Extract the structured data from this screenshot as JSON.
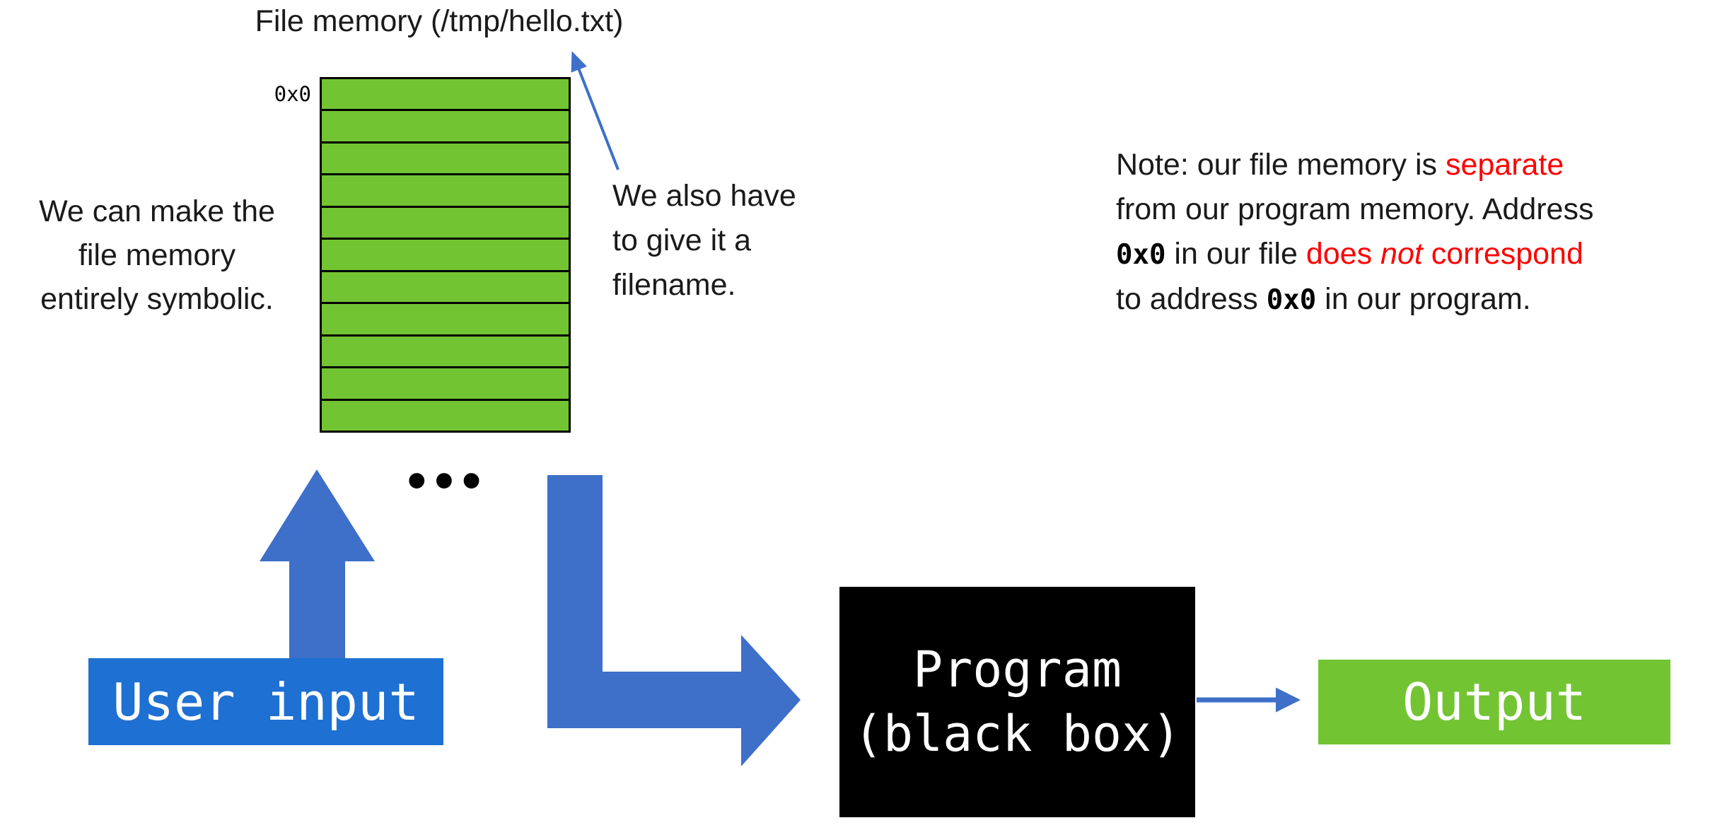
{
  "title": "File memory (/tmp/hello.txt)",
  "memory": {
    "address_label": "0x0",
    "rows": 11
  },
  "left_note": {
    "lines": [
      "We can make the",
      "file memory",
      "entirely symbolic."
    ]
  },
  "filename_note": {
    "lines": [
      "We also have",
      "to give it a",
      "filename."
    ]
  },
  "note": {
    "lines": [
      [
        {
          "text": "Note: our file memory is ",
          "style": "plain"
        },
        {
          "text": "separate",
          "style": "red"
        }
      ],
      [
        {
          "text": "from our program memory. Address",
          "style": "plain"
        }
      ],
      [
        {
          "text": "0x0",
          "style": "mono"
        },
        {
          "text": " in our file ",
          "style": "plain"
        },
        {
          "text": "does ",
          "style": "red"
        },
        {
          "text": "not",
          "style": "red-italic"
        },
        {
          "text": " correspond",
          "style": "red"
        }
      ],
      [
        {
          "text": "to address ",
          "style": "plain"
        },
        {
          "text": "0x0",
          "style": "mono"
        },
        {
          "text": " in our program.",
          "style": "plain"
        }
      ]
    ]
  },
  "dots": "•••",
  "user_input": {
    "label": "User input"
  },
  "program": {
    "lines": [
      "Program",
      "(black box)"
    ]
  },
  "output": {
    "label": "Output"
  },
  "colors": {
    "arrow_blue": "#3e6fc9",
    "box_blue": "#1e70d2",
    "green": "#73c433",
    "red": "#ff0000"
  }
}
